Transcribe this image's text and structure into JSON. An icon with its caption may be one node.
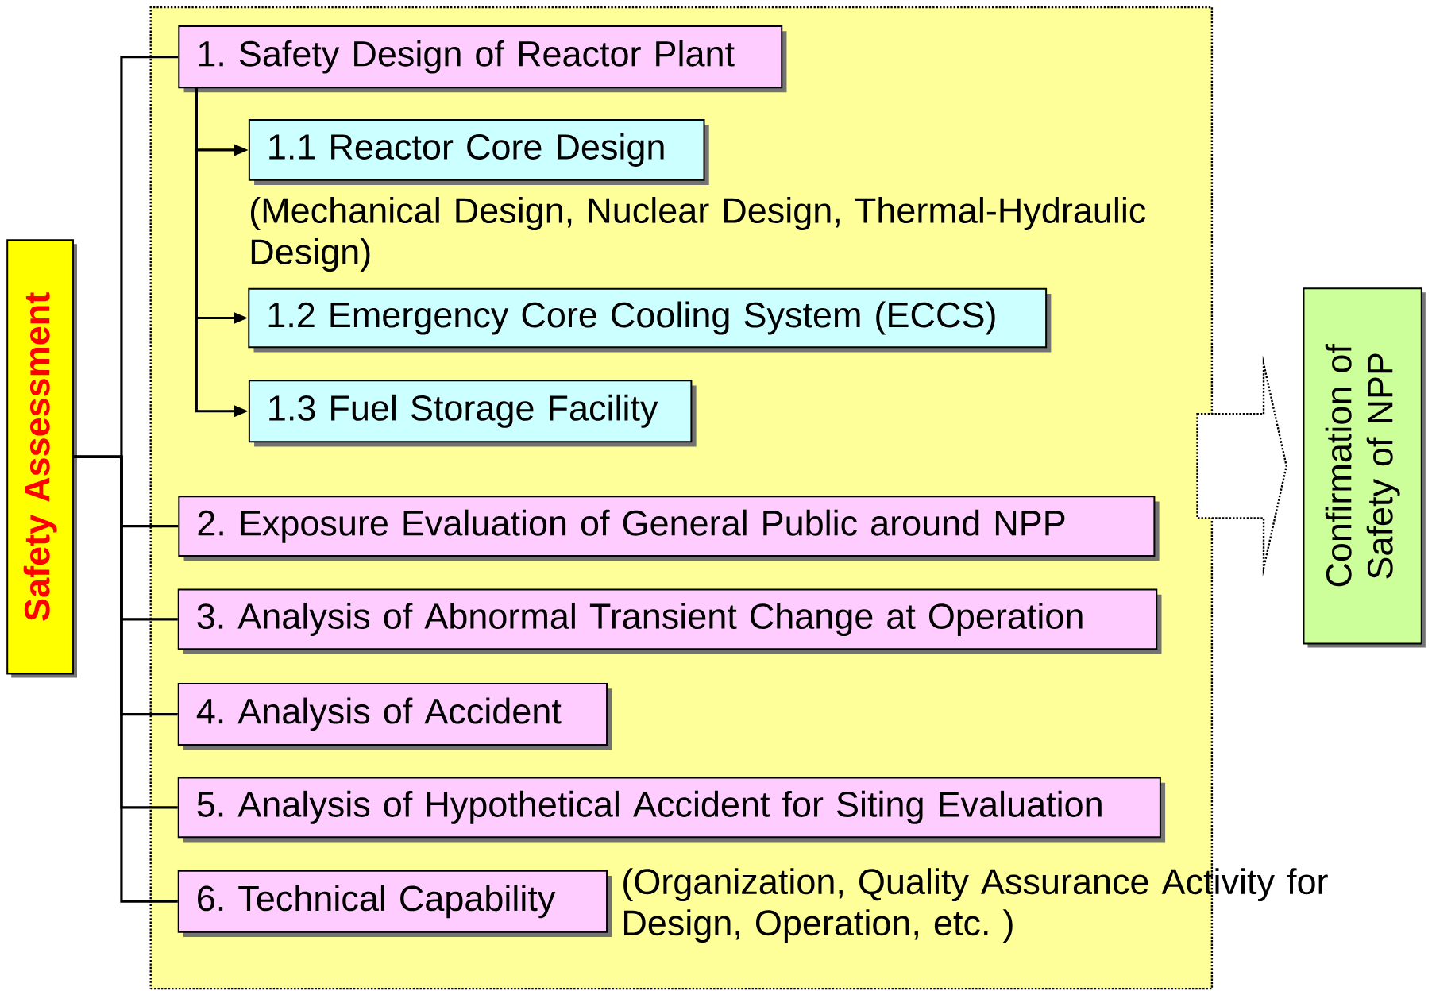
{
  "diagram": {
    "nodes": [
      {
        "text": [],
        "shape": "box"
      },
      {
        "text": [
          "Safety Assessment"
        ]
      },
      {
        "text": [
          "1. Safety Design of Reactor Plant"
        ],
        "in": 0
      },
      {
        "text": [
          "1.1 Reactor Core Design"
        ],
        "in": 0,
        "beside": [
          "(Mechanical Design, Nuclear Design, Thermal-Hydraulic Design)"
        ]
      },
      {
        "text": [
          "1.2 Emergency Core Cooling System (ECCS)"
        ],
        "in": 0
      },
      {
        "text": [
          "1.3 Fuel Storage Facility"
        ],
        "in": 0
      },
      {
        "text": [
          "2. Exposure Evaluation of General Public around NPP"
        ],
        "in": 0
      },
      {
        "text": [
          "3. Analysis of Abnormal Transient Change at Operation"
        ],
        "in": 0
      },
      {
        "text": [
          "4. Analysis of Accident"
        ],
        "in": 0
      },
      {
        "text": [
          "5. Analysis of Hypothetical Accident for Siting Evaluation"
        ],
        "in": 0
      },
      {
        "text": [
          "6. Technical Capability"
        ],
        "in": 0,
        "beside": [
          "(Organization, Quality Assurance Activity for Design, Operation, etc. )"
        ]
      },
      {
        "text": [
          "Confirmation of Safety of NPP"
        ]
      }
    ],
    "edges": [
      {
        "from": 1,
        "to": 2,
        "arrow": "none"
      },
      {
        "from": 1,
        "to": 6,
        "arrow": "none"
      },
      {
        "from": 1,
        "to": 7,
        "arrow": "none"
      },
      {
        "from": 1,
        "to": 8,
        "arrow": "none"
      },
      {
        "from": 1,
        "to": 9,
        "arrow": "none"
      },
      {
        "from": 1,
        "to": 10,
        "arrow": "none"
      },
      {
        "from": 2,
        "to": 3,
        "arrow": "to"
      },
      {
        "from": 2,
        "to": 4,
        "arrow": "to"
      },
      {
        "from": 2,
        "to": 5,
        "arrow": "to"
      },
      {
        "from": 0,
        "to": 11,
        "arrow": "to",
        "style": "dashed"
      }
    ]
  }
}
